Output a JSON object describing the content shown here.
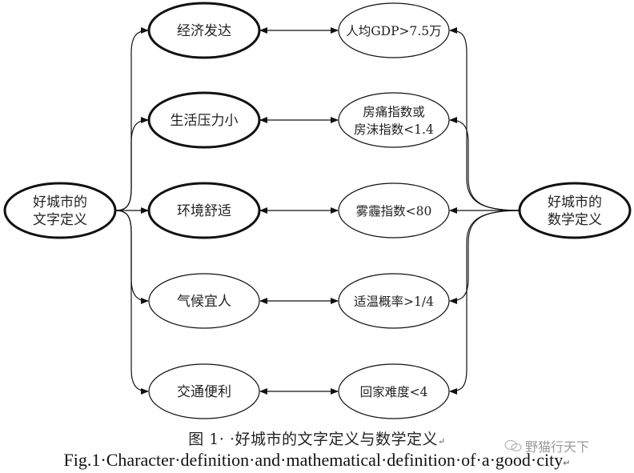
{
  "diagram": {
    "left_root": {
      "lines": [
        "好城市的",
        "文字定义"
      ]
    },
    "right_root": {
      "lines": [
        "好城市的",
        "数学定义"
      ]
    },
    "rows": [
      {
        "text_def": "经济发达",
        "text_emphasis": true,
        "math_def": [
          "人均GDP>7.5万"
        ]
      },
      {
        "text_def": "生活压力小",
        "text_emphasis": true,
        "math_def": [
          "房痛指数或",
          "房沫指数<1.4"
        ]
      },
      {
        "text_def": "环境舒适",
        "text_emphasis": true,
        "math_def": [
          "雾霾指数<80"
        ]
      },
      {
        "text_def": "气候宜人",
        "text_emphasis": false,
        "math_def": [
          "适温概率>1/4"
        ]
      },
      {
        "text_def": "交通便利",
        "text_emphasis": false,
        "math_def": [
          "回家难度<4"
        ]
      }
    ]
  },
  "caption": {
    "zh": "图 1· ·好城市的文字定义与数学定义",
    "en": "Fig.1·Character·definition·and·mathematical·definition·of·a·good·city",
    "return_mark": "↵"
  },
  "watermark": {
    "text": "野猫行天下",
    "icon": "wechat-icon"
  }
}
